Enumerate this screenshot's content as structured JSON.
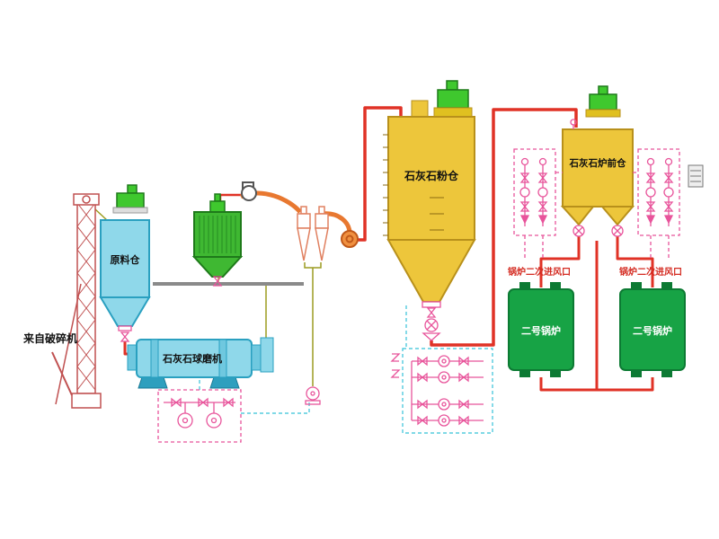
{
  "labels": {
    "from_crusher": "来自破碎机",
    "raw_material_silo": "原料仓",
    "ball_mill": "石灰石球磨机",
    "powder_silo": "石灰石粉仓",
    "furnace_front_silo": "石灰石炉前仓",
    "secondary_air_inlet": "锅炉二次进风口",
    "boiler_no2": "二号锅炉"
  },
  "colors": {
    "vessel_cyan": "#8FD8EA",
    "vessel_cyan_dark": "#66BFD8",
    "silo_yellow": "#EDC63B",
    "motor_green": "#3FC82E",
    "collector_green": "#3FB832",
    "boiler_green": "#17A345",
    "pipe_red": "#E03226",
    "duct_orange": "#E87830",
    "line_olive": "#9C9C20",
    "symbol_pink": "#E8549B",
    "dashed_cyan": "#35C2D8"
  }
}
